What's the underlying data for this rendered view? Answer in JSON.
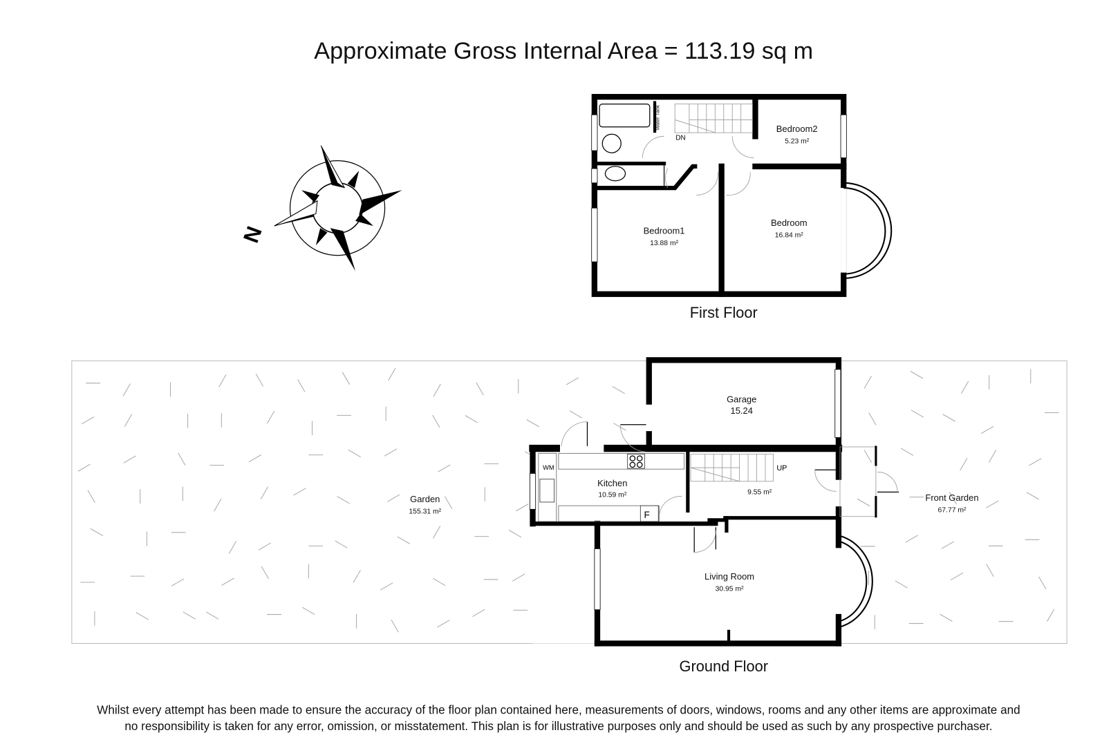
{
  "title": "Approximate Gross  Internal Area = 113.19 sq m",
  "compass": {
    "label": "N"
  },
  "first_floor": {
    "label": "First Floor",
    "water_tank": [
      "Water",
      "Tank"
    ],
    "stairs_label": "DN",
    "rooms": [
      {
        "name": "Bedroom2",
        "area": "5.23 m²"
      },
      {
        "name": "Bedroom1",
        "area": "13.88 m²"
      },
      {
        "name": "Bedroom",
        "area": "16.84 m²"
      }
    ]
  },
  "ground_floor": {
    "label": "Ground Floor",
    "stairs_label": "UP",
    "wm_label": "WM",
    "fridge_label": "F",
    "rooms": [
      {
        "name": "Garage",
        "area": "15.24"
      },
      {
        "name": "Kitchen",
        "area": "10.59 m²"
      },
      {
        "name": "",
        "area": "9.55 m²"
      },
      {
        "name": "Living Room",
        "area": "30.95 m²"
      },
      {
        "name": "Garden",
        "area": "155.31 m²"
      },
      {
        "name": "Front Garden",
        "area": "67.77 m²"
      }
    ]
  },
  "disclaimer": [
    "Whilst every attempt has been made to ensure the accuracy of the floor plan contained here, measurements of doors, windows, rooms and any other items are approximate and",
    "no responsibility is taken for any error, omission, or misstatement. This plan is for illustrative purposes only and should be used as such by any prospective purchaser."
  ]
}
